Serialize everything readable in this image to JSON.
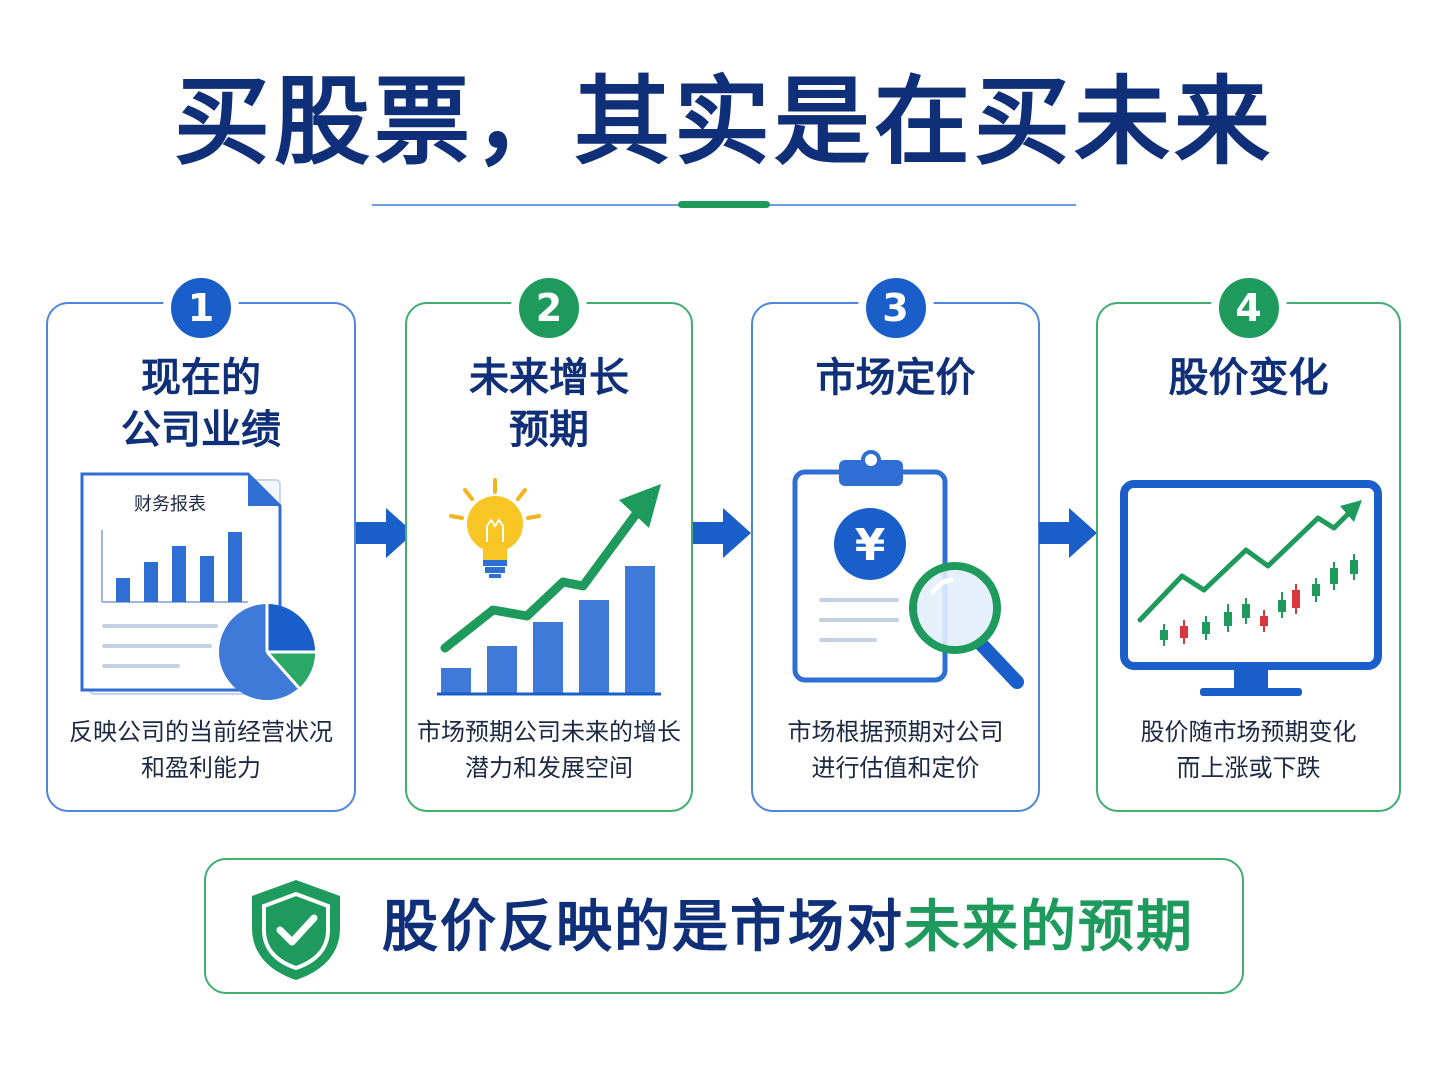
{
  "title": "买股票，其实是在买未来",
  "steps": [
    {
      "number": "1",
      "title_lines": [
        "现在的",
        "公司业绩"
      ],
      "desc_lines": [
        "反映公司的当前经营状况",
        "和盈利能力"
      ],
      "illustration_label": "财务报表"
    },
    {
      "number": "2",
      "title_lines": [
        "未来增长",
        "预期"
      ],
      "desc_lines": [
        "市场预期公司未来的增长",
        "潜力和发展空间"
      ]
    },
    {
      "number": "3",
      "title_lines": [
        "市场定价"
      ],
      "desc_lines": [
        "市场根据预期对公司",
        "进行估值和定价"
      ],
      "currency_symbol": "¥"
    },
    {
      "number": "4",
      "title_lines": [
        "股价变化"
      ],
      "desc_lines": [
        "股价随市场预期变化",
        "而上涨或下跌"
      ]
    }
  ],
  "banner": {
    "text_main": "股价反映的是市场对",
    "text_highlight": "未来的预期"
  },
  "colors": {
    "navy": "#0f2f78",
    "blue": "#1a5fc9",
    "green": "#1e9b5c",
    "red": "#d9363e"
  }
}
